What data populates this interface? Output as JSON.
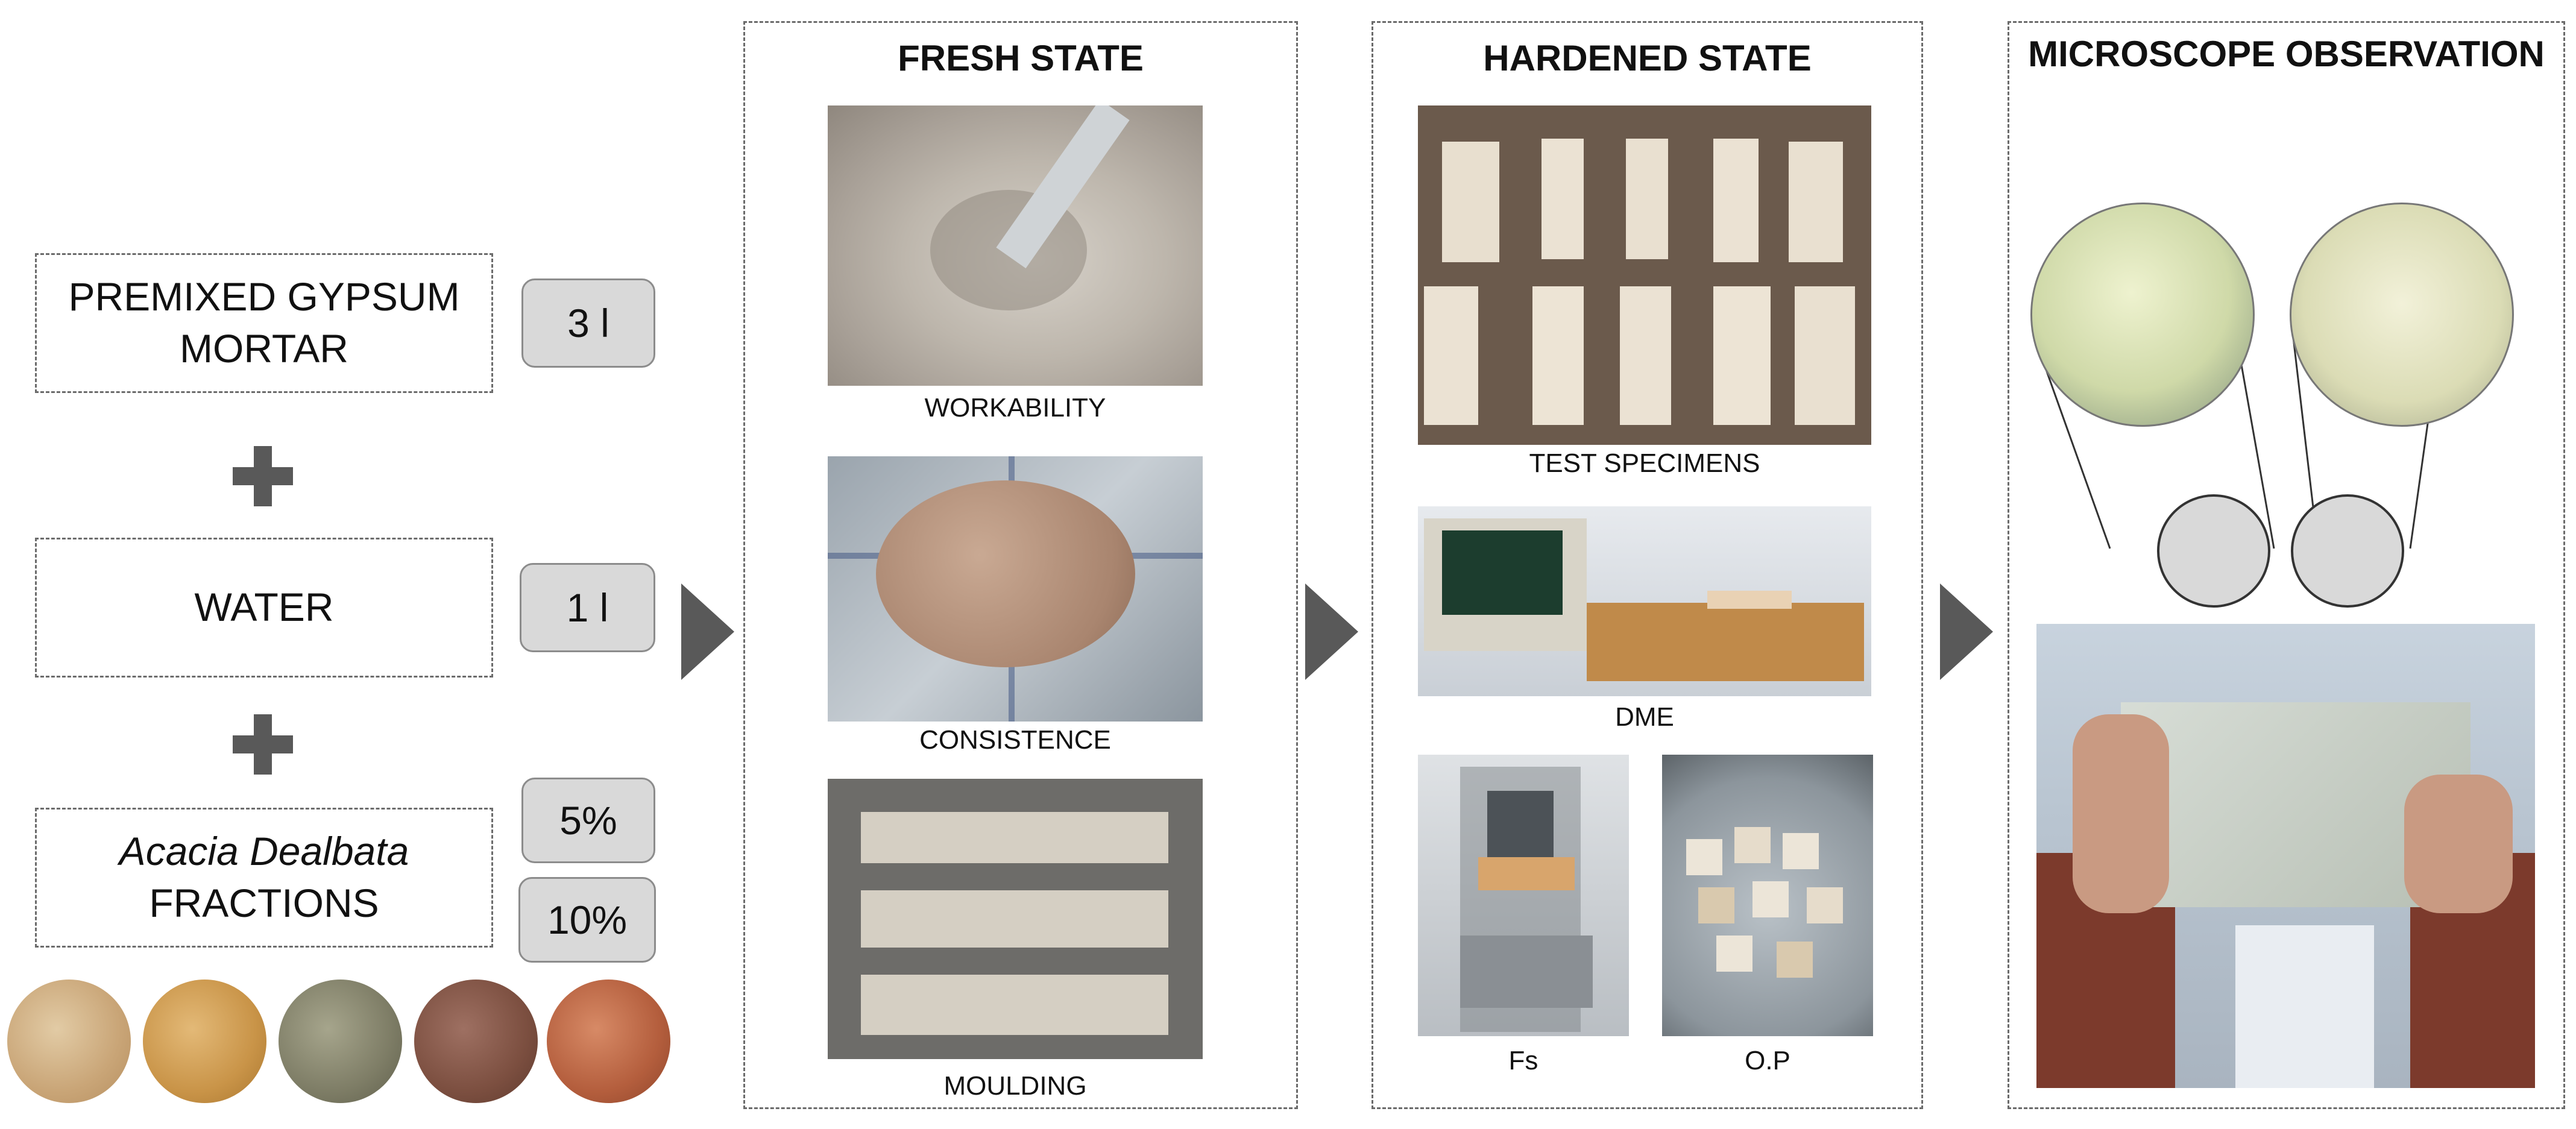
{
  "inputs": {
    "gypsum": {
      "label_line1": "PREMIXED GYPSUM",
      "label_line2": "MORTAR",
      "amount": "3 l"
    },
    "water": {
      "label": "WATER",
      "amount": "1 l"
    },
    "acacia": {
      "label_line1": "Acacia Dealbata",
      "label_line2": "FRACTIONS",
      "amount_1": "5%",
      "amount_2": "10%"
    }
  },
  "panels": {
    "fresh": {
      "title": "FRESH STATE",
      "captions": [
        "WORKABILITY",
        "CONSISTENCE",
        "MOULDING"
      ]
    },
    "hardened": {
      "title": "HARDENED STATE",
      "captions": [
        "TEST SPECIMENS",
        "DME",
        "Fs",
        "O.P"
      ]
    },
    "microscope": {
      "title": "MICROSCOPE OBSERVATION"
    }
  },
  "icons": [
    "plus-icon",
    "arrow-right-icon"
  ],
  "colors": {
    "arrow": "#595959",
    "pill_fill": "#d9d9d9",
    "border": "#6b6b6b"
  }
}
